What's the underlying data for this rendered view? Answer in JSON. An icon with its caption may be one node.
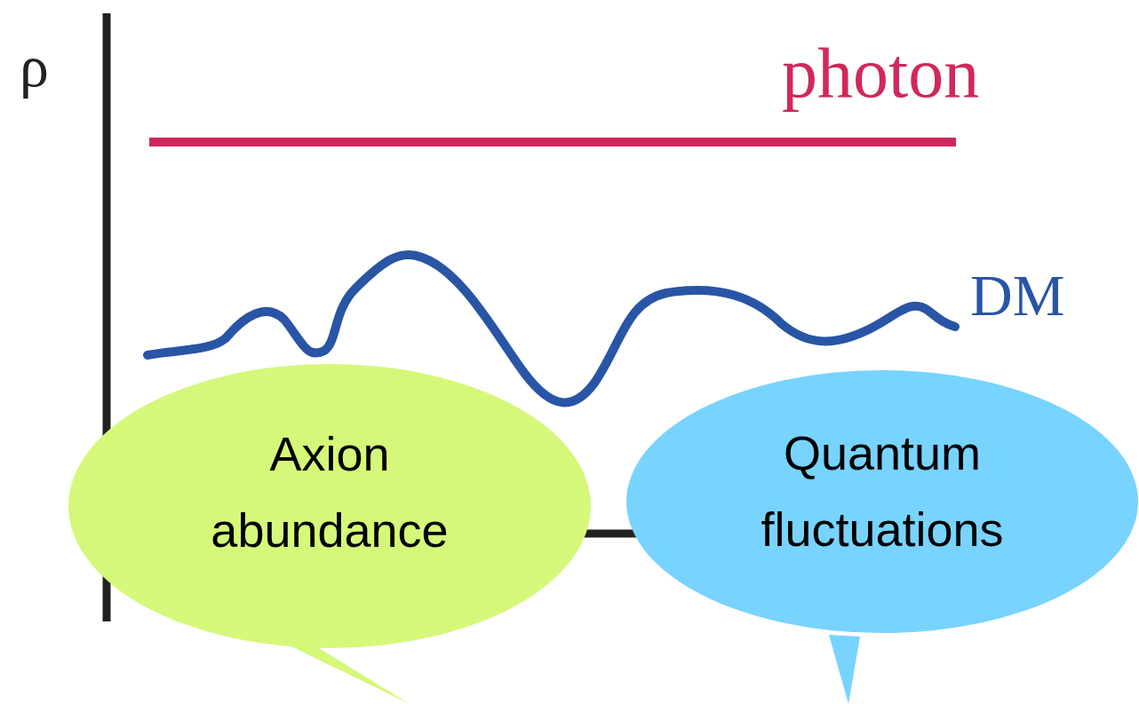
{
  "diagram": {
    "nodes": [
      {
        "text": [
          "Axion abundance"
        ]
      },
      {
        "text": [
          "Quantum fluctuations"
        ]
      }
    ],
    "labels": [
      "ρ",
      "photon",
      "DM"
    ]
  }
}
